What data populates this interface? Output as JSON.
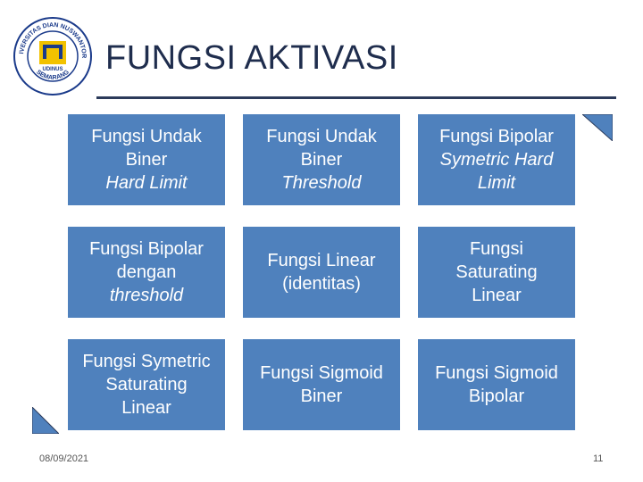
{
  "slide": {
    "title": "FUNGSI AKTIVASI",
    "date": "08/09/2021",
    "page_number": "11"
  },
  "logo": {
    "ring_text": "UNIVERSITAS DIAN NUSWANTORO",
    "bottom_text": "SEMARANG",
    "inner_text": "UDINUS",
    "colors": {
      "ring": "#1a3a8a",
      "inner": "#f2c200",
      "ink": "#1a3a8a"
    }
  },
  "accent_color": "#4f81bd",
  "cells": [
    {
      "line1": "Fungsi Undak",
      "line2": "Biner",
      "italic": "Hard Limit"
    },
    {
      "line1": "Fungsi Undak",
      "line2": "Biner",
      "italic": "Threshold"
    },
    {
      "line1": "Fungsi Bipolar",
      "italic1": "Symetric Hard",
      "italic2": "Limit"
    },
    {
      "line1": "Fungsi Bipolar",
      "line2": "dengan",
      "italic": "threshold"
    },
    {
      "line1": "Fungsi Linear",
      "line2": "(identitas)"
    },
    {
      "line1": "Fungsi",
      "line2": "Saturating",
      "line3": "Linear"
    },
    {
      "line1": "Fungsi Symetric",
      "line2": "Saturating",
      "line3": "Linear"
    },
    {
      "line1": "Fungsi Sigmoid",
      "line2": "Biner"
    },
    {
      "line1": "Fungsi Sigmoid",
      "line2": "Bipolar"
    }
  ]
}
